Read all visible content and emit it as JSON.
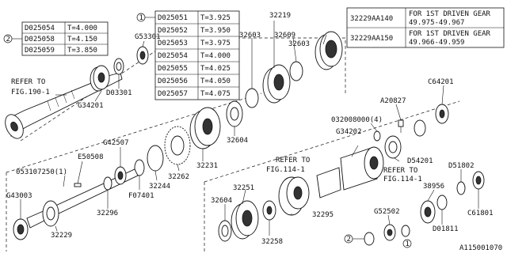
{
  "diagram": {
    "catalog_id": "A115001070",
    "table_left": [
      {
        "part": "D025054",
        "thickness": "T=4.000"
      },
      {
        "part": "D025058",
        "thickness": "T=4.150"
      },
      {
        "part": "D025059",
        "thickness": "T=3.850"
      }
    ],
    "table_left_marker": "2",
    "table_center": [
      {
        "part": "D025051",
        "thickness": "T=3.925"
      },
      {
        "part": "D025052",
        "thickness": "T=3.950"
      },
      {
        "part": "D025053",
        "thickness": "T=3.975"
      },
      {
        "part": "D025054",
        "thickness": "T=4.000"
      },
      {
        "part": "D025055",
        "thickness": "T=4.025"
      },
      {
        "part": "D025056",
        "thickness": "T=4.050"
      },
      {
        "part": "D025057",
        "thickness": "T=4.075"
      }
    ],
    "table_center_marker": "1",
    "table_right": [
      {
        "part": "32229AA140",
        "line1": "FOR 1ST DRIVEN GEAR",
        "line2": "49.975-49.967"
      },
      {
        "part": "32229AA150",
        "line1": "FOR 1ST DRIVEN GEAR",
        "line2": "49.966-49.959"
      }
    ],
    "refs": {
      "fig190": {
        "line1": "REFER TO",
        "line2": "FIG.190-1"
      },
      "fig114a": {
        "line1": "REFER TO",
        "line2": "FIG.114-1"
      },
      "fig114b": {
        "line1": "REFER TO",
        "line2": "FIG.114-1"
      }
    },
    "labels": {
      "p32219": "32219",
      "p32603a": "32603",
      "p32609": "32609",
      "p32603b": "32603",
      "g53301": "G53301",
      "d03301": "D03301",
      "g34201": "G34201",
      "c64201": "C64201",
      "a20827": "A20827",
      "p032008000": "032008000(4)",
      "g34202": "G34202",
      "d54201": "D54201",
      "p32604a": "32604",
      "p32231": "32231",
      "g42507": "G42507",
      "e50508": "E50508",
      "p053107250": "053107250(1)",
      "p32262": "32262",
      "p32244": "32244",
      "f07401": "F07401",
      "g43003": "G43003",
      "p32296": "32296",
      "p32229": "32229",
      "p32251": "32251",
      "p32604b": "32604",
      "p32258": "32258",
      "p32295": "32295",
      "d51802": "D51802",
      "p38956": "38956",
      "g52502": "G52502",
      "c61801": "C61801",
      "d01811": "D01811"
    },
    "markers": {
      "m1": "1",
      "m2": "2"
    }
  }
}
